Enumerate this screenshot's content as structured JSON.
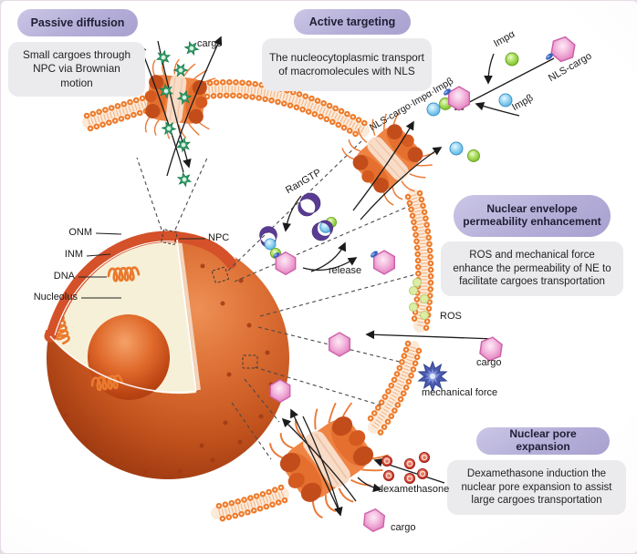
{
  "panels": {
    "passive": {
      "title": "Passive diffusion",
      "body": "Small cargoes through NPC via Brownian motion"
    },
    "active": {
      "title": "Active targeting",
      "body": "The nucleocytoplasmic transport of macromolecules with NLS"
    },
    "permeability": {
      "title": "Nuclear envelope permeability enhancement",
      "body": "ROS and mechanical force enhance the permeability of NE to facilitate cargoes transportation"
    },
    "expansion": {
      "title": "Nuclear pore expansion",
      "body": "Dexamethasone induction the nuclear pore expansion to assist large cargoes transportation"
    }
  },
  "labels": {
    "cargo_top": "cargo",
    "imp_alpha": "Impα",
    "imp_beta": "Impβ",
    "nls_cargo": "NLS-cargo",
    "nls_complex": "NLS-cargo·Impα·Impβ",
    "rangtp": "RanGTP",
    "release": "release",
    "ros": "ROS",
    "cargo_mid": "cargo",
    "mechanical_force": "mechanical force",
    "dexamethasone": "dexamethasone",
    "cargo_bottom": "cargo",
    "onm": "ONM",
    "inm": "INM",
    "dna": "DNA",
    "nucleolus": "Nucleolus",
    "npc": "NPC"
  },
  "colors": {
    "membrane_orange": "#ED7A2A",
    "nucleus_orange": "#C5551F",
    "nucleolus_red": "#BC4514",
    "cargo_pink": "#E891C9",
    "nls_tag_blue": "#3A63C0",
    "imp_alpha_green": "#74BB22",
    "imp_beta_blue": "#54B0E2",
    "rangtp_purple": "#5A3B92",
    "dexamethasone_red": "#C3291B",
    "mechanical_force_blue": "#4B5CB0",
    "ros_yellow_green": "#DCEDA5",
    "star_cargo_green": "#2F9E68",
    "badge_lavender": "#B4AED8",
    "note_gray": "#EBEBEE"
  }
}
